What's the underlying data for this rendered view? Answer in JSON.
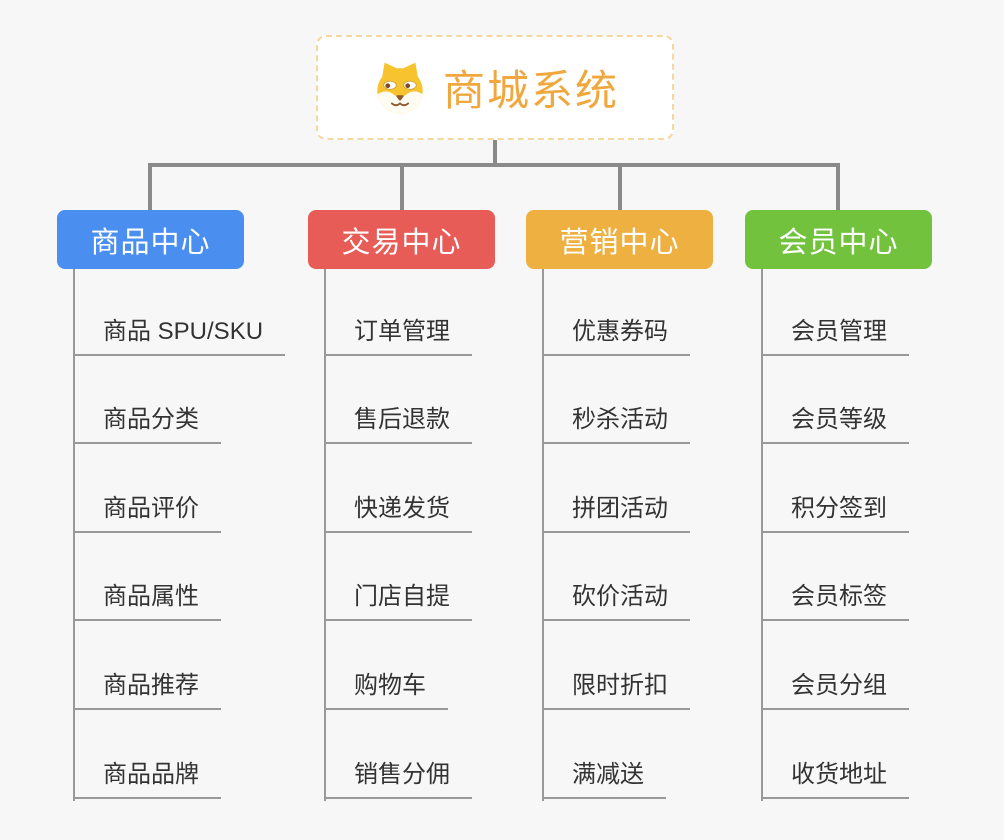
{
  "root": {
    "title": "商城系统",
    "icon": "dog-face-icon",
    "text_color": "#f0a73d",
    "border_color": "#f6d7a0",
    "background": "#ffffff"
  },
  "branches": [
    {
      "label": "商品中心",
      "color": "#4a8ff0",
      "children": [
        "商品 SPU/SKU",
        "商品分类",
        "商品评价",
        "商品属性",
        "商品推荐",
        "商品品牌"
      ]
    },
    {
      "label": "交易中心",
      "color": "#e85c57",
      "children": [
        "订单管理",
        "售后退款",
        "快递发货",
        "门店自提",
        "购物车",
        "销售分佣"
      ]
    },
    {
      "label": "营销中心",
      "color": "#eeb041",
      "children": [
        "优惠券码",
        "秒杀活动",
        "拼团活动",
        "砍价活动",
        "限时折扣",
        "满减送"
      ]
    },
    {
      "label": "会员中心",
      "color": "#72c23e",
      "children": [
        "会员管理",
        "会员等级",
        "积分签到",
        "会员标签",
        "会员分组",
        "收货地址"
      ]
    }
  ],
  "colors": {
    "canvas_background": "#f7f7f7",
    "connector": "#8a8a8a",
    "child_line": "#999999",
    "child_text": "#333333",
    "branch_text": "#ffffff"
  }
}
